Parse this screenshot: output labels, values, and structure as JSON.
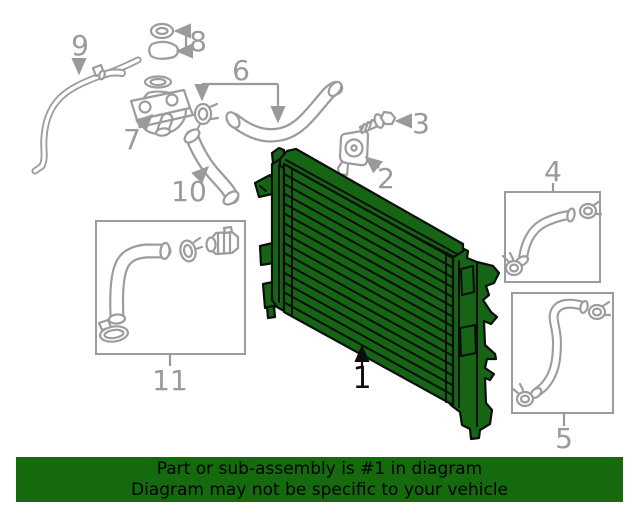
{
  "colors": {
    "highlight_green": "#156515",
    "banner_green": "#146a0c",
    "line_gray": "#9c9c9c",
    "label_gray": "#9a9a9a",
    "outline_black": "#0d0d0d",
    "background": "#ffffff"
  },
  "callouts": [
    {
      "label": "1",
      "highlighted": true
    },
    {
      "label": "2",
      "highlighted": false
    },
    {
      "label": "3",
      "highlighted": false
    },
    {
      "label": "4",
      "highlighted": false
    },
    {
      "label": "5",
      "highlighted": false
    },
    {
      "label": "6",
      "highlighted": false
    },
    {
      "label": "7",
      "highlighted": false
    },
    {
      "label": "8",
      "highlighted": false
    },
    {
      "label": "9",
      "highlighted": false
    },
    {
      "label": "10",
      "highlighted": false
    },
    {
      "label": "11",
      "highlighted": false
    }
  ],
  "banner": {
    "line1": "Part or sub-assembly is #1 in diagram",
    "line2": "Diagram may not be specific to your vehicle",
    "text_color": "#000000"
  }
}
